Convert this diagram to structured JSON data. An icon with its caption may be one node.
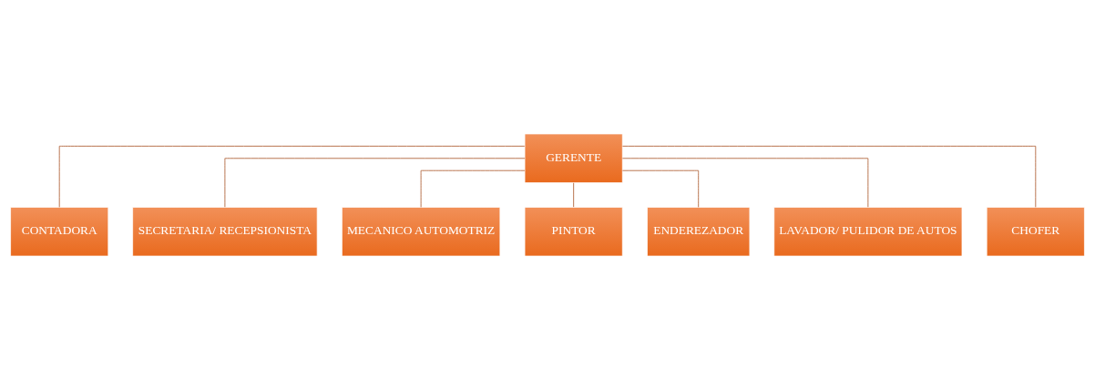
{
  "diagram": {
    "nodes": [
      {
        "text": [
          "GERENTE"
        ]
      },
      {
        "text": [
          "CONTADORA"
        ]
      },
      {
        "text": [
          "SECRETARIA/ RECEPSIONISTA"
        ]
      },
      {
        "text": [
          "MECANICO AUTOMOTRIZ"
        ]
      },
      {
        "text": [
          "PINTOR"
        ]
      },
      {
        "text": [
          "ENDEREZADOR"
        ]
      },
      {
        "text": [
          "LAVADOR/ PULIDOR DE AUTOS"
        ]
      },
      {
        "text": [
          "CHOFER"
        ]
      }
    ],
    "edges": [
      {
        "from": 0,
        "to": 1,
        "arrow": "none"
      },
      {
        "from": 0,
        "to": 2,
        "arrow": "none"
      },
      {
        "from": 0,
        "to": 3,
        "arrow": "none"
      },
      {
        "from": 0,
        "to": 4,
        "arrow": "none"
      },
      {
        "from": 0,
        "to": 5,
        "arrow": "none"
      },
      {
        "from": 0,
        "to": 6,
        "arrow": "none"
      },
      {
        "from": 0,
        "to": 7,
        "arrow": "none"
      }
    ]
  }
}
